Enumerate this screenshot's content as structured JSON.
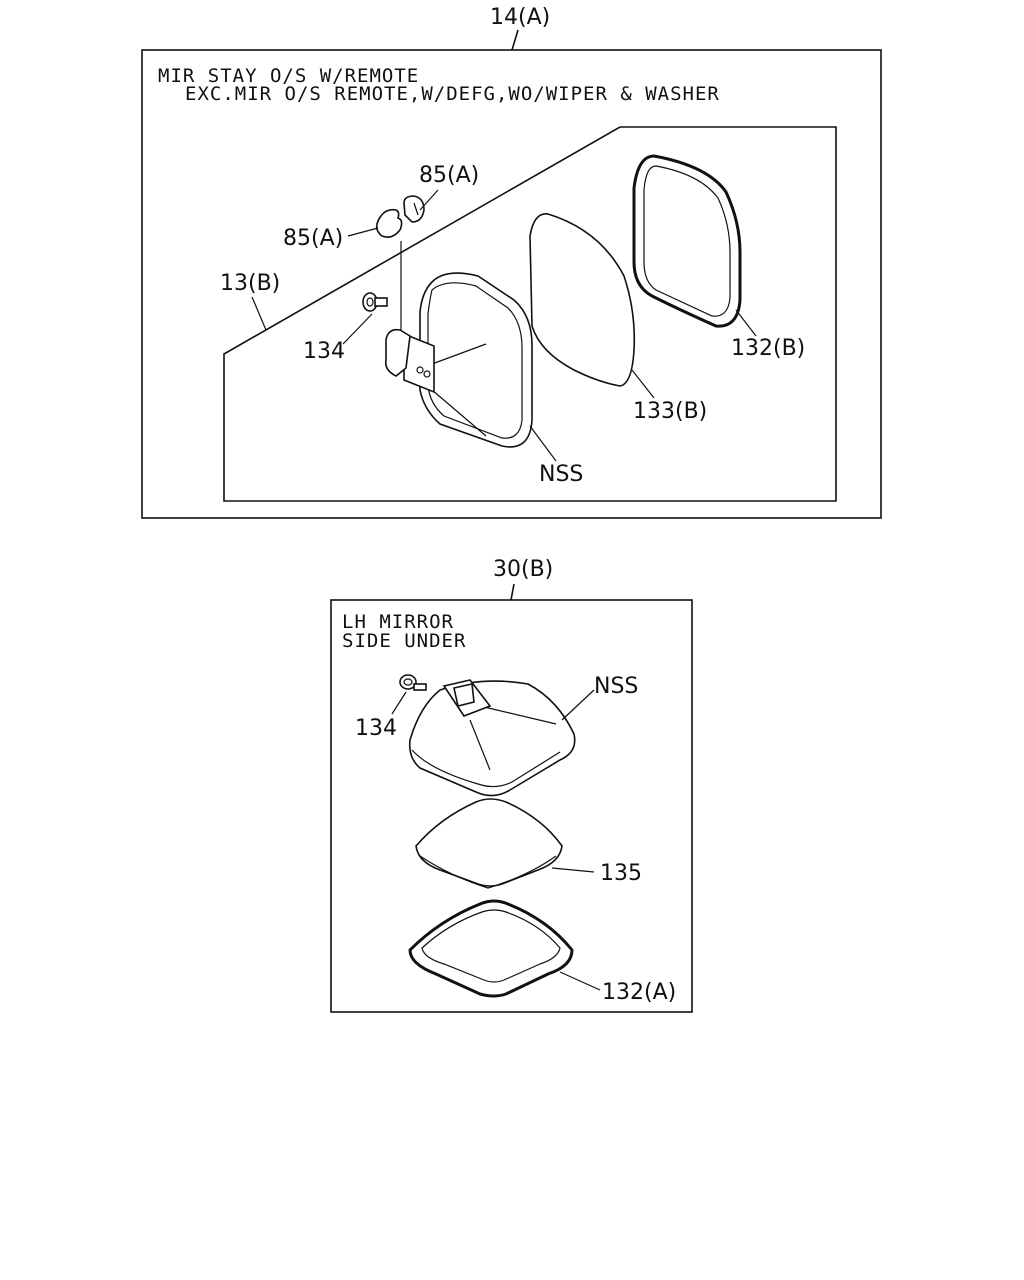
{
  "panel_top": {
    "ref_label": "14(A)",
    "header_line1": "MIR STAY O/S W/REMOTE",
    "header_line2": "EXC.MIR O/S REMOTE,W/DEFG,WO/WIPER & WASHER",
    "inner_ref_label": "13(B)",
    "callouts": {
      "cap_a": "85(A)",
      "cap_b": "85(A)",
      "screw": "134",
      "housing": "NSS",
      "glass": "133(B)",
      "frame": "132(B)"
    }
  },
  "panel_bottom": {
    "ref_label": "30(B)",
    "header_line1": "LH MIRROR",
    "header_line2": "SIDE UNDER",
    "callouts": {
      "screw": "134",
      "housing": "NSS",
      "glass": "135",
      "frame": "132(A)"
    }
  }
}
